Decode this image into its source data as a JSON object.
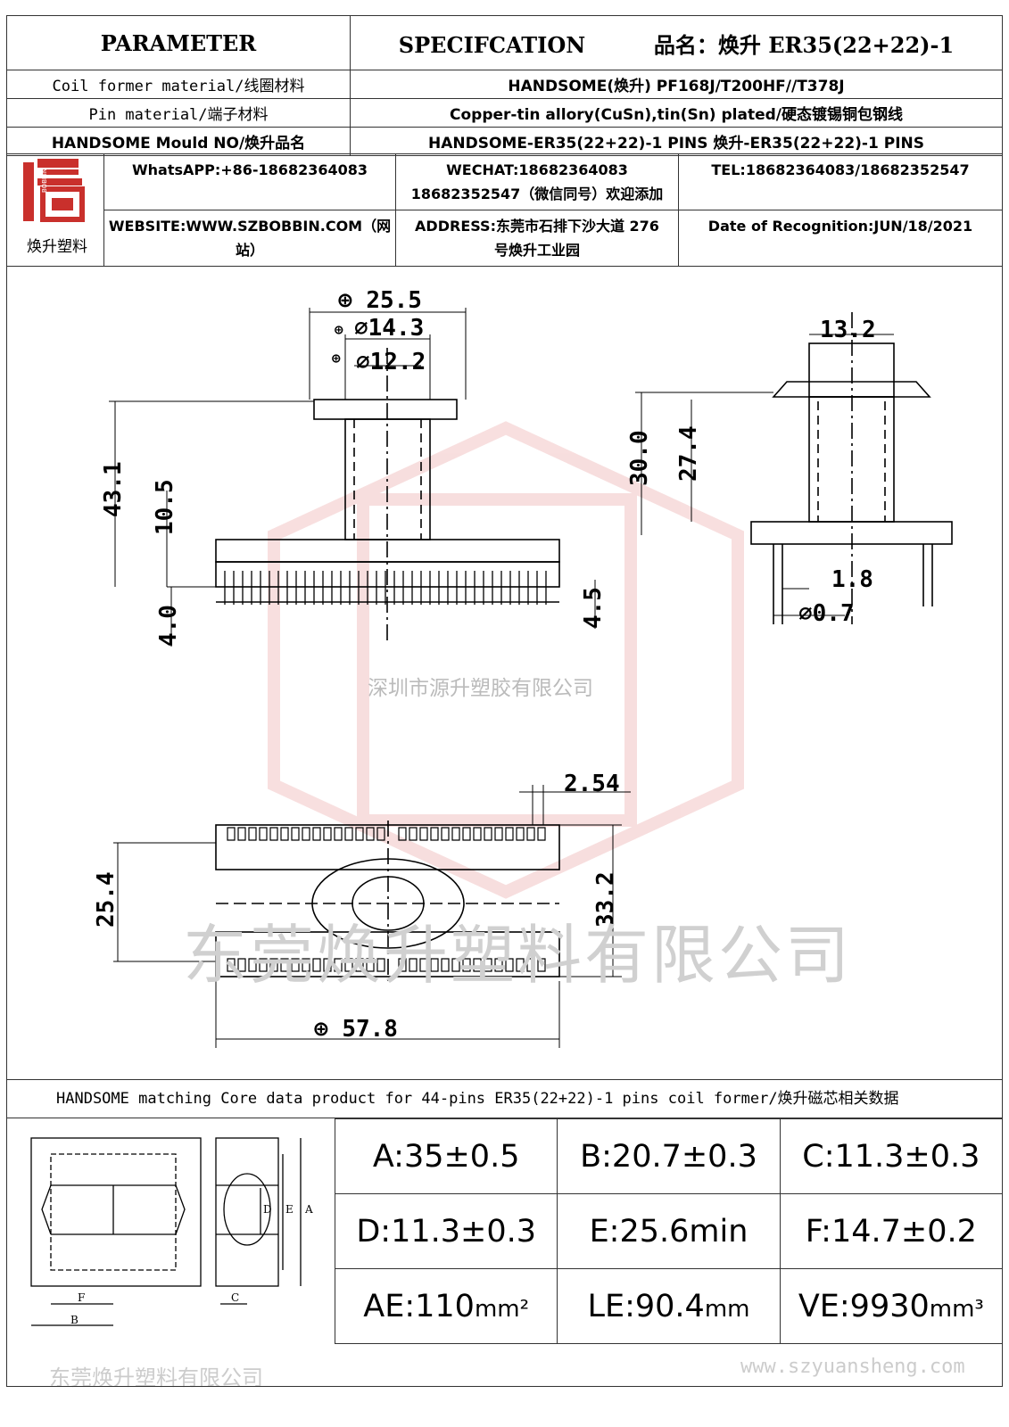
{
  "header": {
    "col1": "PARAMETER",
    "col2": "SPECIFCATION",
    "product": "品名：焕升 ER35(22+22)-1",
    "rows": [
      {
        "label": "Coil former material/线圈材料",
        "value": "HANDSOME(焕升)  PF168J/T200HF//T378J"
      },
      {
        "label": "Pin material/端子材料",
        "value": "Copper-tin allory(CuSn),tin(Sn) plated/硬态镀锡铜包钢线"
      },
      {
        "label": "HANDSOME Mould NO/焕升品名",
        "value": "HANDSOME-ER35(22+22)-1 PINS   焕升-ER35(22+22)-1 PINS"
      }
    ]
  },
  "contact": {
    "logo_caption": "焕升塑料",
    "whatsapp": "WhatsAPP:+86-18682364083",
    "wechat_1": "WECHAT:18682364083",
    "wechat_2": "18682352547（微信同号）欢迎添加",
    "tel": "TEL:18682364083/18682352547",
    "website_1": "WEBSITE:WWW.SZBOBBIN.COM（网",
    "website_2": "站）",
    "address_1": "ADDRESS:东莞市石排下沙大道 276",
    "address_2": "号焕升工业园",
    "date": "Date of Recognition:JUN/18/2021"
  },
  "drawing": {
    "dims": {
      "d1": "25.5",
      "d2": "14.3",
      "d3": "12.2",
      "d4": "43.1",
      "d5": "10.5",
      "d6": "4.0",
      "d7": "4.5",
      "d8": "13.2",
      "d9": "30.0",
      "d10": "27.4",
      "d11": "1.8",
      "d12": "0.7",
      "d13": "2.54",
      "d14": "25.4",
      "d15": "33.2",
      "d16": "57.8"
    },
    "watermark_1": "深圳市源升塑胶有限公司",
    "watermark_2": "东莞焕升塑料有限公司"
  },
  "core": {
    "title": "HANDSOME matching Core data  product for 44-pins ER35(22+22)-1 pins coil former/焕升磁芯相关数据",
    "values": [
      [
        "A:35±0.5",
        "B:20.7±0.3",
        "C:11.3±0.3"
      ],
      [
        "D:11.3±0.3",
        "E:25.6min",
        "F:14.7±0.2"
      ]
    ],
    "ae": "AE:110",
    "ae_unit": "mm²",
    "le": "LE:90.4",
    "le_unit": "mm",
    "ve": "VE:9930",
    "ve_unit": "mm³",
    "labels": {
      "a": "A",
      "b": "B",
      "c": "C",
      "d": "D",
      "e": "E",
      "f": "F"
    },
    "watermark": "东莞焕升塑料有限公司",
    "site_watermark": "www.szyuansheng.com"
  }
}
